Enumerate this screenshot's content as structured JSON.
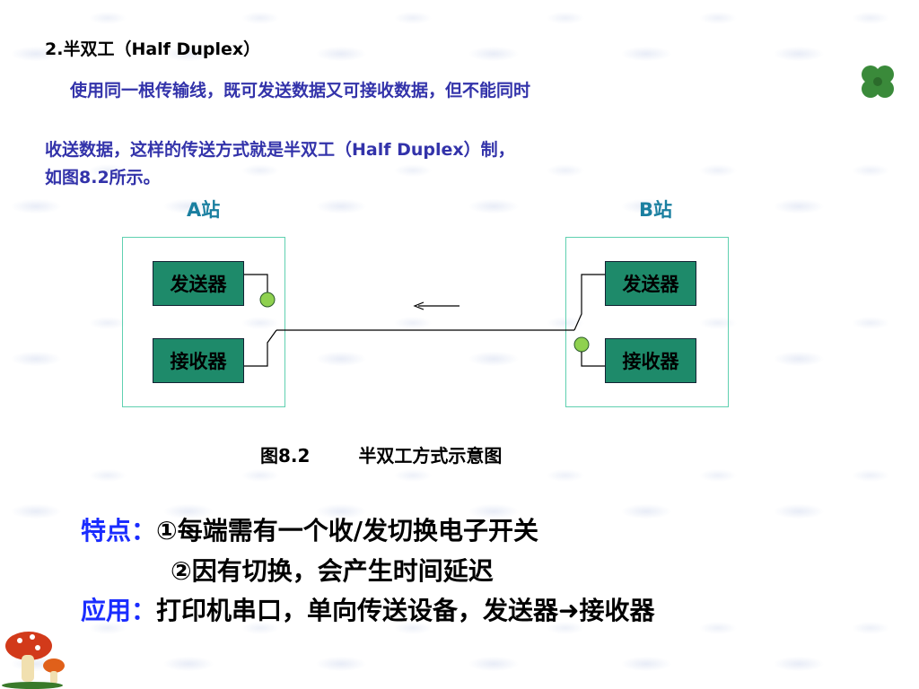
{
  "heading": "2.半双工（Half Duplex）",
  "paragraph": {
    "line1": "使用同一根传输线，既可发送数据又可接收数据，但不能同时",
    "line2": "收送数据，这样的传送方式就是半双工（Half Duplex）制，",
    "line3": "如图8.2所示。"
  },
  "diagram": {
    "station_a": "A站",
    "station_b": "B站",
    "a_sender": "发送器",
    "a_receiver": "接收器",
    "b_sender": "发送器",
    "b_receiver": "接收器"
  },
  "caption": {
    "figure_no": "图8.2",
    "title": "半双工方式示意图"
  },
  "features": {
    "label": "特点：",
    "item1": "①每端需有一个收/发切换电子开关",
    "item2": "②因有切换，会产生时间延迟"
  },
  "application": {
    "label": "应用：",
    "text": "打印机串口，单向传送设备，发送器➜接收器"
  },
  "colors": {
    "box_fill": "#1e8a6a",
    "switch_dot": "#8fd14f",
    "frame": "#5fd0b0",
    "paragraph": "#3333aa",
    "label_blue": "#1a2cff"
  }
}
